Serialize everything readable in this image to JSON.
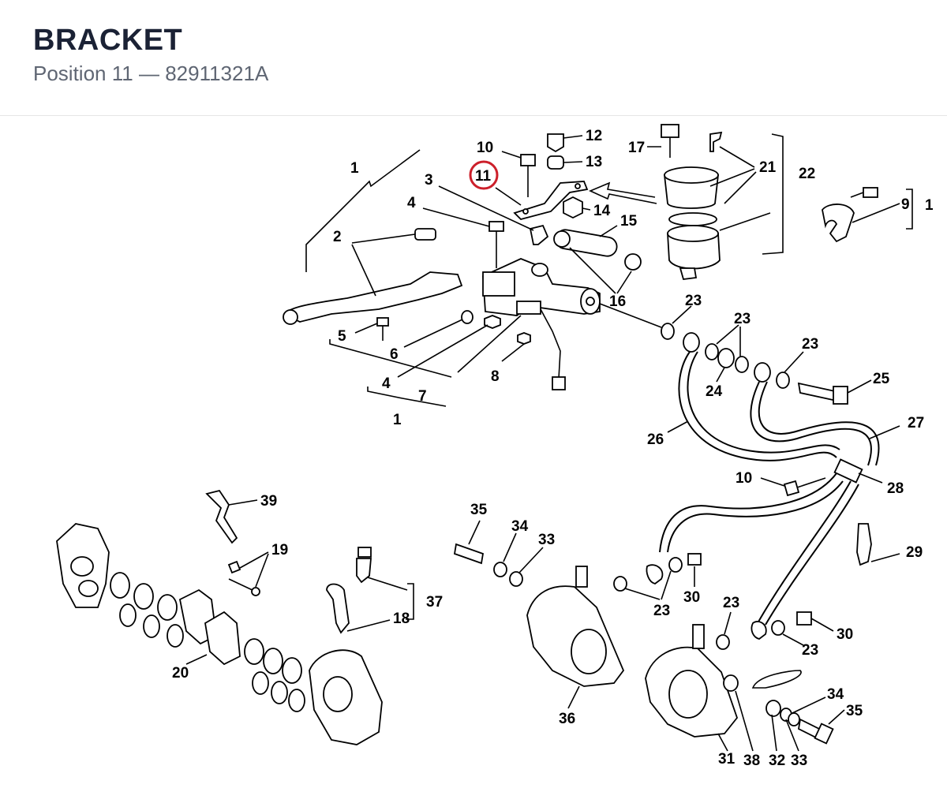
{
  "header": {
    "title": "BRACKET",
    "position_label": "Position 11",
    "separator": "—",
    "part_number": "82911321A"
  },
  "highlight": {
    "position": "11",
    "color": "#cc1f2a"
  },
  "callouts": {
    "c1a": "1",
    "c1b": "1",
    "c1c": "1",
    "c2": "2",
    "c3": "3",
    "c4a": "4",
    "c4b": "4",
    "c5": "5",
    "c6": "6",
    "c7": "7",
    "c8": "8",
    "c9": "9",
    "c10a": "10",
    "c10b": "10",
    "c11": "11",
    "c12": "12",
    "c13": "13",
    "c14": "14",
    "c15": "15",
    "c16": "16",
    "c17": "17",
    "c18": "18",
    "c19": "19",
    "c20": "20",
    "c21": "21",
    "c22": "22",
    "c23a": "23",
    "c23b": "23",
    "c23c": "23",
    "c23d": "23",
    "c23e": "23",
    "c23f": "23",
    "c24": "24",
    "c25": "25",
    "c26": "26",
    "c27": "27",
    "c28": "28",
    "c29": "29",
    "c30a": "30",
    "c30b": "30",
    "c31": "31",
    "c32": "32",
    "c33a": "33",
    "c33b": "33",
    "c34a": "34",
    "c34b": "34",
    "c35a": "35",
    "c35b": "35",
    "c36": "36",
    "c37": "37",
    "c38": "38",
    "c39": "39"
  }
}
